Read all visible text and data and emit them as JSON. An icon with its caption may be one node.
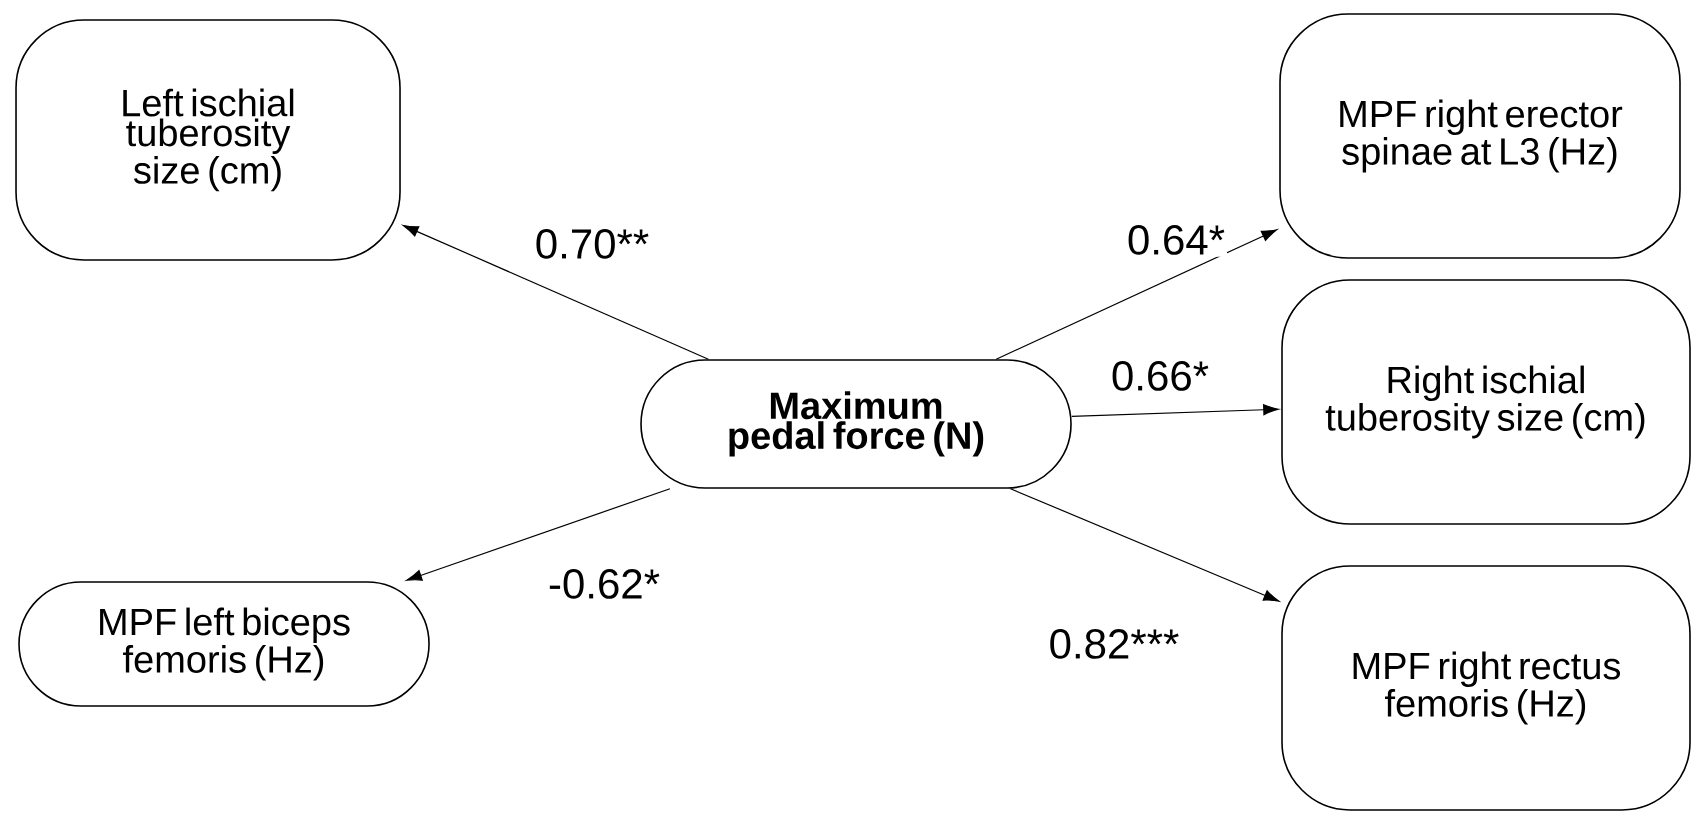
{
  "diagram": {
    "nodes": [
      {
        "text": [
          "Maximum pedal force (N)"
        ]
      },
      {
        "text": [
          "Left ischial tuberosity size (cm)"
        ]
      },
      {
        "text": [
          "MPF left biceps femoris (Hz)"
        ]
      },
      {
        "text": [
          "MPF right erector spinae at L3 (Hz)"
        ]
      },
      {
        "text": [
          "Right ischial tuberosity size (cm)"
        ]
      },
      {
        "text": [
          "MPF right rectus femoris (Hz)"
        ]
      }
    ],
    "edges": [
      {
        "from": 0,
        "to": 1,
        "arrow": "to",
        "label": "0.70**"
      },
      {
        "from": 0,
        "to": 2,
        "arrow": "to",
        "label": "-0.62*"
      },
      {
        "from": 0,
        "to": 3,
        "arrow": "to",
        "label": "0.64*"
      },
      {
        "from": 0,
        "to": 4,
        "arrow": "to",
        "label": "0.66*"
      },
      {
        "from": 0,
        "to": 5,
        "arrow": "to",
        "label": "0.82***"
      }
    ]
  }
}
